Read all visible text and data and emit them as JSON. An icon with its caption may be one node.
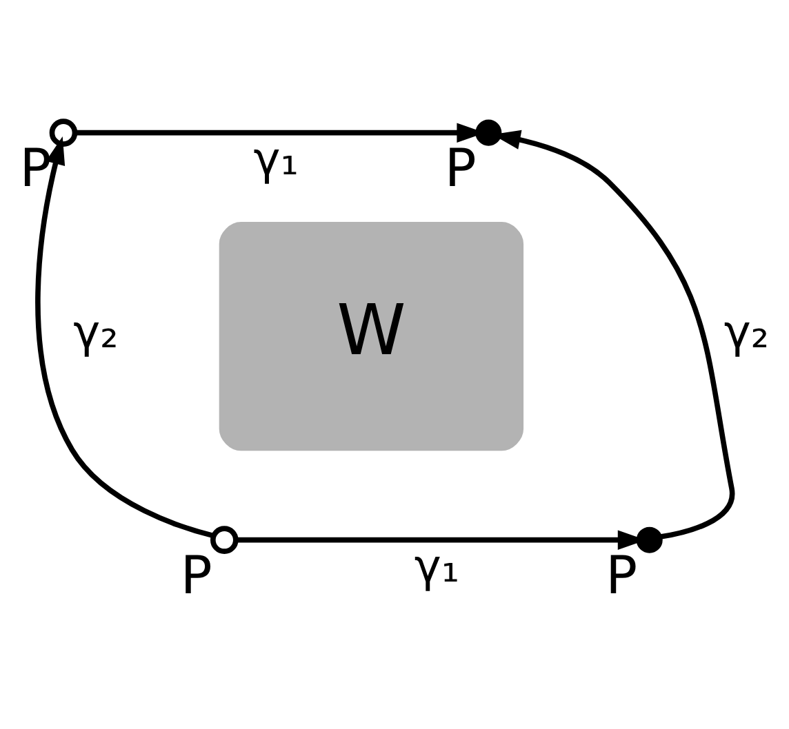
{
  "diagram": {
    "nodes": [
      {
        "text": [],
        "shape": "circle",
        "beside": [
          "P"
        ]
      },
      {
        "text": [],
        "shape": "dot",
        "beside": [
          "P"
        ]
      },
      {
        "text": [
          "W"
        ]
      },
      {
        "text": [],
        "shape": "circle",
        "beside": [
          "P"
        ]
      },
      {
        "text": [],
        "shape": "dot",
        "beside": [
          "P"
        ]
      }
    ],
    "edges": [
      {
        "from": 0,
        "to": 1,
        "arrow": "to",
        "label": "γ₁"
      },
      {
        "from": 3,
        "to": 0,
        "arrow": "to",
        "label": "γ₂"
      },
      {
        "from": 4,
        "to": 1,
        "arrow": "to",
        "label": "γ₂"
      },
      {
        "from": 3,
        "to": 4,
        "arrow": "to",
        "label": "γ₁"
      }
    ]
  }
}
